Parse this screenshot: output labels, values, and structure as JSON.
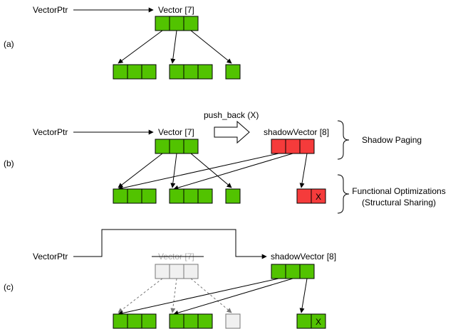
{
  "colors": {
    "green": "#52c300",
    "red": "#f53b3b",
    "gray_fill": "#f0f0f0",
    "gray_stroke": "#777777",
    "stroke": "#000000",
    "ghost_text": "#b0b0b0"
  },
  "panel_a": {
    "tag": "(a)",
    "pointer_label": "VectorPtr",
    "vector_label": "Vector [7]"
  },
  "panel_b": {
    "tag": "(b)",
    "pointer_label": "VectorPtr",
    "vector_label": "Vector [7]",
    "op_label": "push_back (X)",
    "shadow_label": "shadowVector [8]",
    "new_cell_text": "X",
    "brace_label_1": "Shadow Paging",
    "brace_label_2_line1": "Functional Optimizations",
    "brace_label_2_line2": "(Structural Sharing)"
  },
  "panel_c": {
    "tag": "(c)",
    "pointer_label": "VectorPtr",
    "vector_label": "Vector [7]",
    "shadow_label": "shadowVector [8]",
    "new_cell_text": "X"
  }
}
